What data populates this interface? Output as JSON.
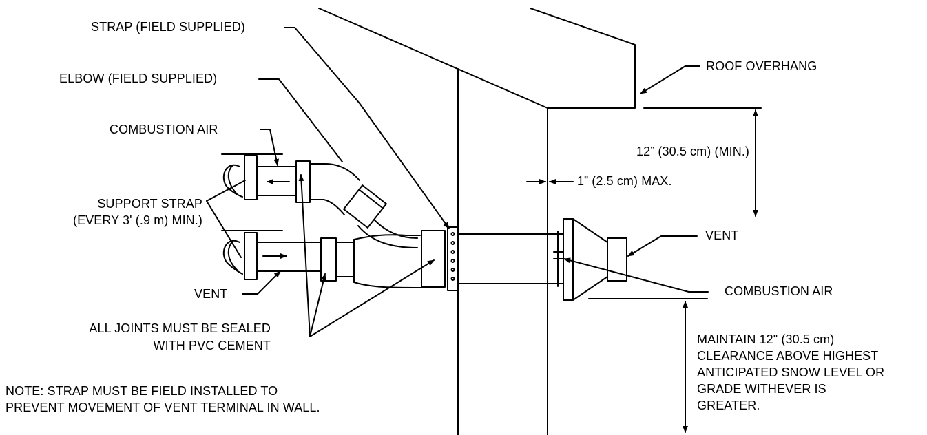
{
  "labels": {
    "strap": "STRAP (FIELD SUPPLIED)",
    "elbow": "ELBOW (FIELD SUPPLIED)",
    "combustion_air_left": "COMBUSTION AIR",
    "support_strap_line1": "SUPPORT STRAP",
    "support_strap_line2": "(EVERY 3' (.9 m) MIN.)",
    "vent_left": "VENT",
    "joints_line1": "ALL JOINTS MUST BE SEALED",
    "joints_line2": "WITH PVC CEMENT",
    "note_line1": "NOTE: STRAP MUST BE FIELD INSTALLED TO",
    "note_line2": "PREVENT MOVEMENT OF VENT TERMINAL IN WALL.",
    "roof_overhang": "ROOF OVERHANG",
    "clearance_12": "12” (30.5 cm) (MIN.)",
    "max_1": "1” (2.5 cm) MAX.",
    "vent_right": "VENT",
    "combustion_air_right": "COMBUSTION AIR",
    "maintain_line1": "MAINTAIN 12\" (30.5 cm)",
    "maintain_line2": "CLEARANCE ABOVE HIGHEST",
    "maintain_line3": "ANTICIPATED SNOW LEVEL OR",
    "maintain_line4": "GRADE WITHEVER IS",
    "maintain_line5": "GREATER."
  },
  "colors": {
    "ink": "#000000",
    "background": "#ffffff"
  }
}
